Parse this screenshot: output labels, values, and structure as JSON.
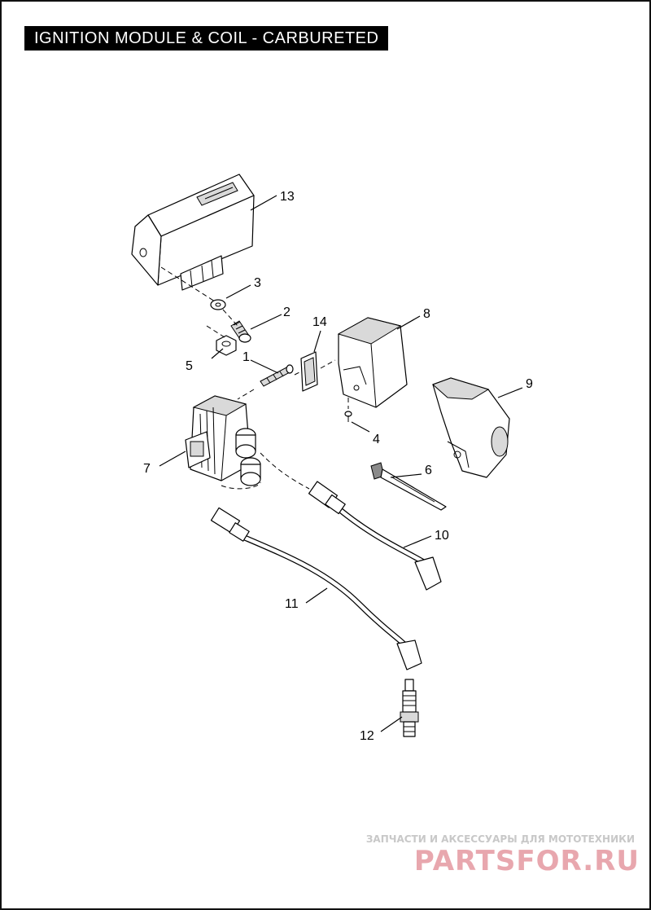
{
  "title": "IGNITION MODULE & COIL - CARBURETED",
  "callouts": [
    "1",
    "2",
    "3",
    "4",
    "5",
    "6",
    "7",
    "8",
    "9",
    "10",
    "11",
    "12",
    "13",
    "14"
  ],
  "watermark": {
    "subtitle": "ЗАПЧАСТИ И АКСЕССУАРЫ ДЛЯ МОТОТЕХНИКИ",
    "brand": "PARTSFOR.RU"
  }
}
